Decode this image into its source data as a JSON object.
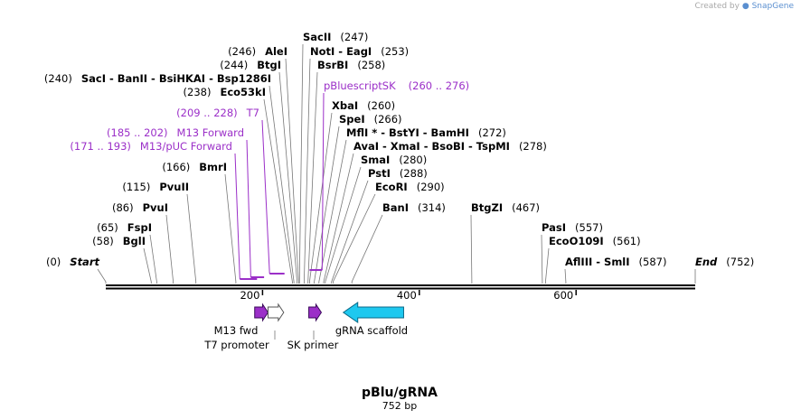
{
  "watermark": {
    "prefix": "Created by",
    "brand": "SnapGene"
  },
  "map": {
    "name": "pBlu/gRNA",
    "length_label": "752 bp",
    "length": 752
  },
  "colors": {
    "primer": "#9b2fc8",
    "scaffold": "#1ec8ef",
    "backbone": "#000000",
    "leader": "#777777"
  },
  "sites": [
    {
      "name": "SacII",
      "pos": 247,
      "names": [
        "SacII"
      ],
      "pos_label": "(247)"
    },
    {
      "name": "AleI",
      "pos": 246,
      "names": [
        "AleI"
      ],
      "pos_label": "(246)"
    },
    {
      "name": "NotI",
      "pos": 253,
      "names": [
        "NotI",
        "EagI"
      ],
      "pos_label": "(253)"
    },
    {
      "name": "BtgI",
      "pos": 244,
      "names": [
        "BtgI"
      ],
      "pos_label": "(244)"
    },
    {
      "name": "BsrBI",
      "pos": 258,
      "names": [
        "BsrBI"
      ],
      "pos_label": "(258)"
    },
    {
      "name": "SacI",
      "pos": 240,
      "names": [
        "SacI",
        "BanII",
        "BsiHKAI",
        "Bsp1286I"
      ],
      "pos_label": "(240)"
    },
    {
      "name": "Eco53kI",
      "pos": 238,
      "names": [
        "Eco53kI"
      ],
      "pos_label": "(238)"
    },
    {
      "name": "XbaI",
      "pos": 260,
      "names": [
        "XbaI"
      ],
      "pos_label": "(260)"
    },
    {
      "name": "SpeI",
      "pos": 266,
      "names": [
        "SpeI"
      ],
      "pos_label": "(266)"
    },
    {
      "name": "MflI",
      "pos": 272,
      "names": [
        "MflI *",
        "BstYI",
        "BamHI"
      ],
      "pos_label": "(272)"
    },
    {
      "name": "AvaI",
      "pos": 278,
      "names": [
        "AvaI",
        "XmaI",
        "BsoBI",
        "TspMI"
      ],
      "pos_label": "(278)"
    },
    {
      "name": "SmaI",
      "pos": 280,
      "names": [
        "SmaI"
      ],
      "pos_label": "(280)"
    },
    {
      "name": "PstI",
      "pos": 288,
      "names": [
        "PstI"
      ],
      "pos_label": "(288)"
    },
    {
      "name": "EcoRI",
      "pos": 290,
      "names": [
        "EcoRI"
      ],
      "pos_label": "(290)"
    },
    {
      "name": "BanI",
      "pos": 314,
      "names": [
        "BanI"
      ],
      "pos_label": "(314)"
    },
    {
      "name": "BtgZI",
      "pos": 467,
      "names": [
        "BtgZI"
      ],
      "pos_label": "(467)"
    },
    {
      "name": "PasI",
      "pos": 557,
      "names": [
        "PasI"
      ],
      "pos_label": "(557)"
    },
    {
      "name": "EcoO109I",
      "pos": 561,
      "names": [
        "EcoO109I"
      ],
      "pos_label": "(561)"
    },
    {
      "name": "AflIII",
      "pos": 587,
      "names": [
        "AflIII",
        "SmlI"
      ],
      "pos_label": "(587)"
    },
    {
      "name": "BmrI",
      "pos": 166,
      "names": [
        "BmrI"
      ],
      "pos_label": "(166)"
    },
    {
      "name": "PvuII",
      "pos": 115,
      "names": [
        "PvuII"
      ],
      "pos_label": "(115)"
    },
    {
      "name": "PvuI",
      "pos": 86,
      "names": [
        "PvuI"
      ],
      "pos_label": "(86)"
    },
    {
      "name": "FspI",
      "pos": 65,
      "names": [
        "FspI"
      ],
      "pos_label": "(65)"
    },
    {
      "name": "BglI",
      "pos": 58,
      "names": [
        "BglI"
      ],
      "pos_label": "(58)"
    },
    {
      "name": "Start",
      "pos": 0,
      "names": [
        "Start"
      ],
      "pos_label": "(0)"
    },
    {
      "name": "End",
      "pos": 752,
      "names": [
        "End"
      ],
      "pos_label": "(752)"
    }
  ],
  "primers": [
    {
      "name": "pBluescriptSK",
      "range": "(260 .. 276)",
      "start": 260,
      "end": 276
    },
    {
      "name": "T7",
      "range": "(209 .. 228)",
      "start": 209,
      "end": 228
    },
    {
      "name": "M13 Forward",
      "range": "(185 .. 202)",
      "start": 185,
      "end": 202
    },
    {
      "name": "M13/pUC Forward",
      "range": "(171 .. 193)",
      "start": 171,
      "end": 193
    }
  ],
  "ticks": [
    {
      "label": "200",
      "pos": 200
    },
    {
      "label": "400",
      "pos": 400
    },
    {
      "label": "600",
      "pos": 600
    }
  ],
  "features": [
    {
      "name": "M13 fwd",
      "start": 190,
      "end": 207
    },
    {
      "name": "T7 promoter",
      "start": 207,
      "end": 227
    },
    {
      "name": "SK primer",
      "start": 259,
      "end": 275
    },
    {
      "name": "gRNA scaffold",
      "start": 303,
      "end": 380
    }
  ]
}
